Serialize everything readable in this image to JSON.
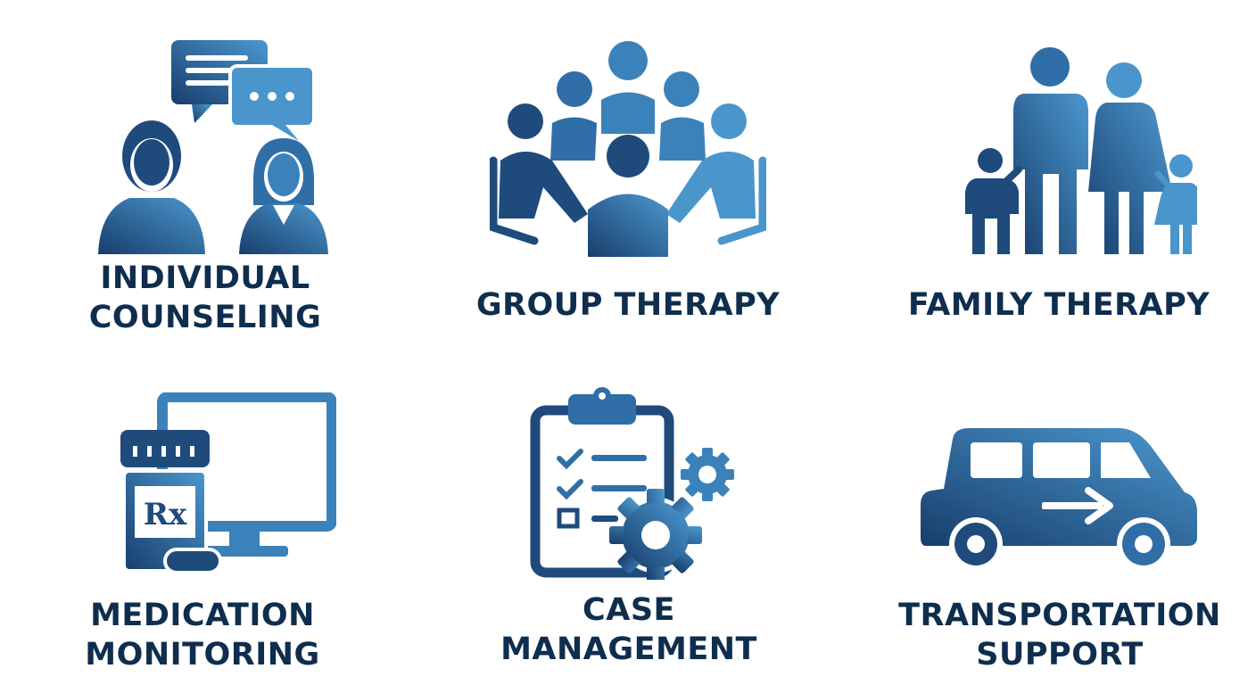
{
  "colors": {
    "dark": "#1f4a7c",
    "mid": "#2f6ea6",
    "light": "#4a95cc",
    "text": "#0f2e4e"
  },
  "services": [
    {
      "icon": "individual-counseling-icon",
      "lines": [
        "INDIVIDUAL",
        "COUNSELING"
      ]
    },
    {
      "icon": "group-therapy-icon",
      "lines": [
        "GROUP THERAPY"
      ]
    },
    {
      "icon": "family-therapy-icon",
      "lines": [
        "FAMILY THERAPY"
      ]
    },
    {
      "icon": "medication-monitoring-icon",
      "lines": [
        "MEDICATION",
        "MONITORING"
      ]
    },
    {
      "icon": "case-management-icon",
      "lines": [
        "CASE",
        "MANAGEMENT"
      ]
    },
    {
      "icon": "transportation-support-icon",
      "lines": [
        "TRANSPORTATION",
        "SUPPORT"
      ]
    }
  ]
}
